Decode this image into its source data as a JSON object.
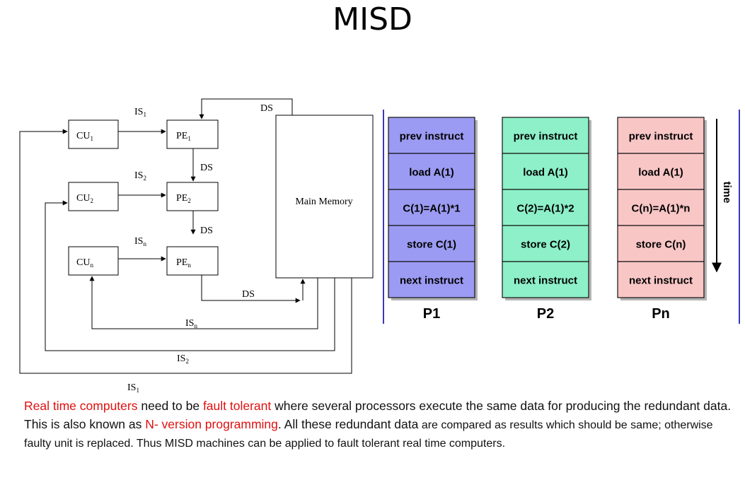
{
  "title": "MISD",
  "left_diagram": {
    "control_units": [
      "CU",
      "CU",
      "CU"
    ],
    "cu_subscripts": [
      "1",
      "2",
      "n"
    ],
    "processing_elements": [
      "PE",
      "PE",
      "PE"
    ],
    "pe_subscripts": [
      "1",
      "2",
      "n"
    ],
    "instruction_stream_labels": [
      "IS",
      "IS",
      "IS"
    ],
    "is_subscripts": [
      "1",
      "2",
      "n"
    ],
    "data_stream_label": "DS",
    "main_memory": "Main Memory",
    "return_labels": [
      "IS",
      "IS",
      "IS"
    ],
    "return_subscripts": [
      "n",
      "2",
      "1"
    ]
  },
  "right_diagram": {
    "columns": [
      {
        "name": "P1",
        "color": "#9b9bf3",
        "cells": [
          "prev instruct",
          "load A(1)",
          "C(1)=A(1)*1",
          "store C(1)",
          "next instruct"
        ]
      },
      {
        "name": "P2",
        "color": "#8df0c8",
        "cells": [
          "prev instruct",
          "load A(1)",
          "C(2)=A(1)*2",
          "store C(2)",
          "next instruct"
        ]
      },
      {
        "name": "Pn",
        "color": "#f9c6c6",
        "cells": [
          "prev instruct",
          "load A(1)",
          "C(n)=A(1)*n",
          "store C(n)",
          "next instruct"
        ]
      }
    ],
    "time_label": "time",
    "border_color": "#3a3ab8"
  },
  "paragraph": {
    "s1_red": "Real time computers",
    "s2": " need to be ",
    "s3_red": "fault tolerant",
    "s4": " where several processors execute the same data for producing the redundant data. This is also known as ",
    "s5_red": "N- version programming",
    "s6": ". All these redundant data",
    "s7": " are compared as results which should be same; otherwise faulty unit is replaced. Thus MISD machines can be applied to fault tolerant real time computers."
  }
}
